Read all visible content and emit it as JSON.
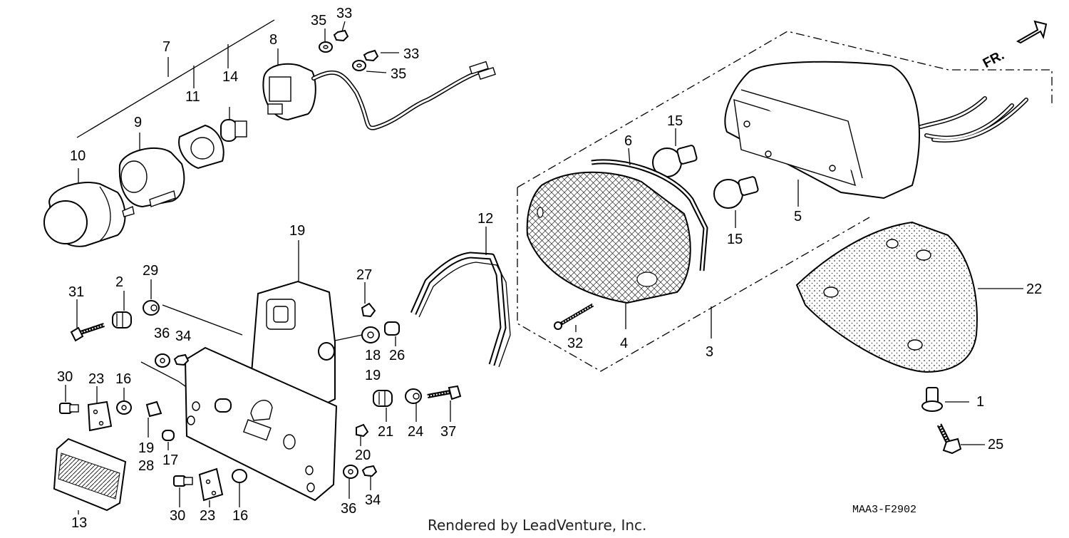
{
  "diagram_code": "MAA3-F2902",
  "footer_text": "Rendered by LeadVenture, Inc.",
  "direction_label": "FR.",
  "callouts": {
    "c1": "1",
    "c2": "2",
    "c3": "3",
    "c4": "4",
    "c5": "5",
    "c6": "6",
    "c7": "7",
    "c8": "8",
    "c9": "9",
    "c10": "10",
    "c11": "11",
    "c12": "12",
    "c13": "13",
    "c14": "14",
    "c15a": "15",
    "c15b": "15",
    "c16a": "16",
    "c16b": "16",
    "c17": "17",
    "c18": "18",
    "c19a": "19",
    "c19b": "19",
    "c19c": "19",
    "c20": "20",
    "c21": "21",
    "c22": "22",
    "c23a": "23",
    "c23b": "23",
    "c24": "24",
    "c25": "25",
    "c26": "26",
    "c27": "27",
    "c28": "28",
    "c29": "29",
    "c30a": "30",
    "c30b": "30",
    "c31": "31",
    "c32": "32",
    "c33a": "33",
    "c33b": "33",
    "c34a": "34",
    "c34b": "34",
    "c35a": "35",
    "c35b": "35",
    "c36a": "36",
    "c36b": "36",
    "c37": "37"
  }
}
